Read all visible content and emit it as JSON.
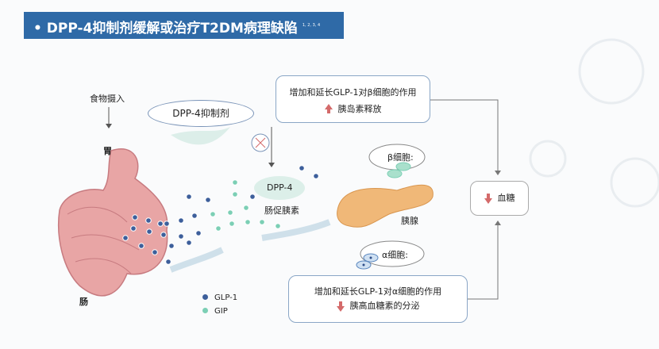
{
  "title": {
    "text": "DPP-4抑制剂缓解或治疗T2DM病理缺陷",
    "refs": "1, 2, 3, 4"
  },
  "labels": {
    "food": "食物摄入",
    "stomach": "胃",
    "intestine": "肠",
    "dpp4_inhibitor": "DPP-4抑制剂",
    "dpp4": "DPP-4",
    "incretin": "肠促胰素",
    "pancreas": "胰腺",
    "beta_cell": "β细胞:",
    "alpha_cell": "α细胞:"
  },
  "beta_box": {
    "line1": "增加和延长GLP-1对β细胞的作用",
    "line2": "胰岛素释放"
  },
  "alpha_box": {
    "line1": "增加和延长GLP-1对α细胞的作用",
    "line2": "胰高血糖素的分泌"
  },
  "glucose_box": {
    "label": "血糖"
  },
  "legend": [
    {
      "label": "GLP-1",
      "color": "#3d5f9b"
    },
    {
      "label": "GIP",
      "color": "#7ccfb5"
    }
  ],
  "colors": {
    "title_bg": "#2f6aa7",
    "arrow_red": "#d46a6a"
  }
}
